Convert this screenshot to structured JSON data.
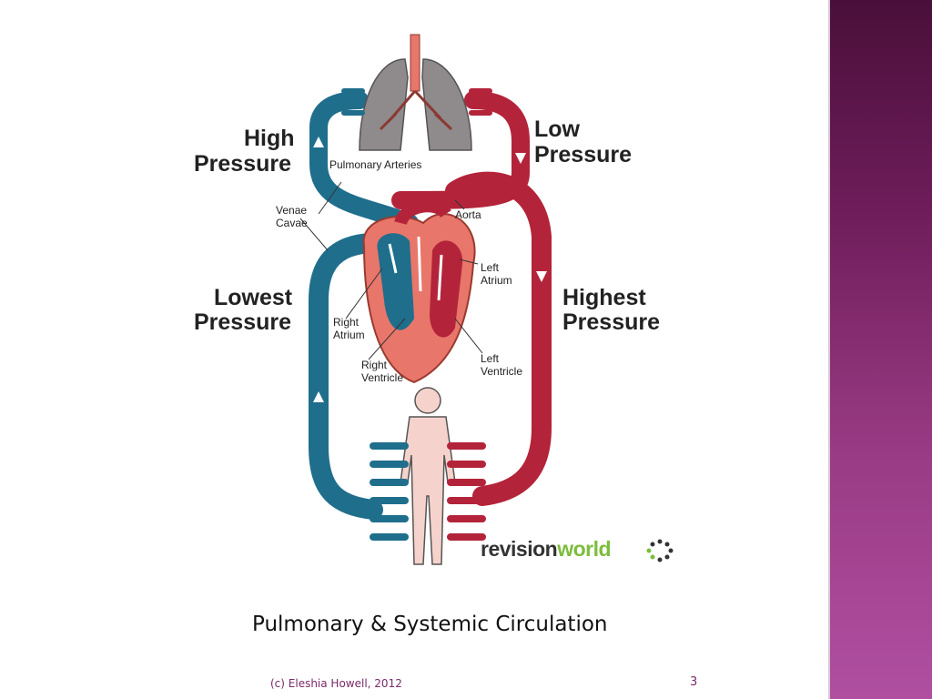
{
  "slide": {
    "caption": "Pulmonary & Systemic Circulation",
    "footer": "(c) Eleshia Howell, 2012",
    "page_number": "3"
  },
  "diagram": {
    "pressure_labels": {
      "high_l1": "High",
      "high_l2": "Pressure",
      "low_l1": "Low",
      "low_l2": "Pressure",
      "lowest_l1": "Lowest",
      "lowest_l2": "Pressure",
      "highest_l1": "Highest",
      "highest_l2": "Pressure"
    },
    "part_labels": {
      "pulmonary_arteries": "Pulmonary Arteries",
      "venae_l1": "Venae",
      "venae_l2": "Cavae",
      "aorta": "Aorta",
      "left_atrium_l1": "Left",
      "left_atrium_l2": "Atrium",
      "right_atrium_l1": "Right",
      "right_atrium_l2": "Atrium",
      "right_ventricle_l1": "Right",
      "right_ventricle_l2": "Ventricle",
      "left_ventricle_l1": "Left",
      "left_ventricle_l2": "Ventricle"
    },
    "logo": {
      "part1": "revision",
      "part2": "world"
    },
    "colors": {
      "oxygenated": "#b3243a",
      "deoxygenated": "#1f6e8c",
      "heart": "#e8766a",
      "lungs": "#8f8a8c",
      "body": "#f5d3cc",
      "logo_green": "#7cbd3c"
    }
  }
}
